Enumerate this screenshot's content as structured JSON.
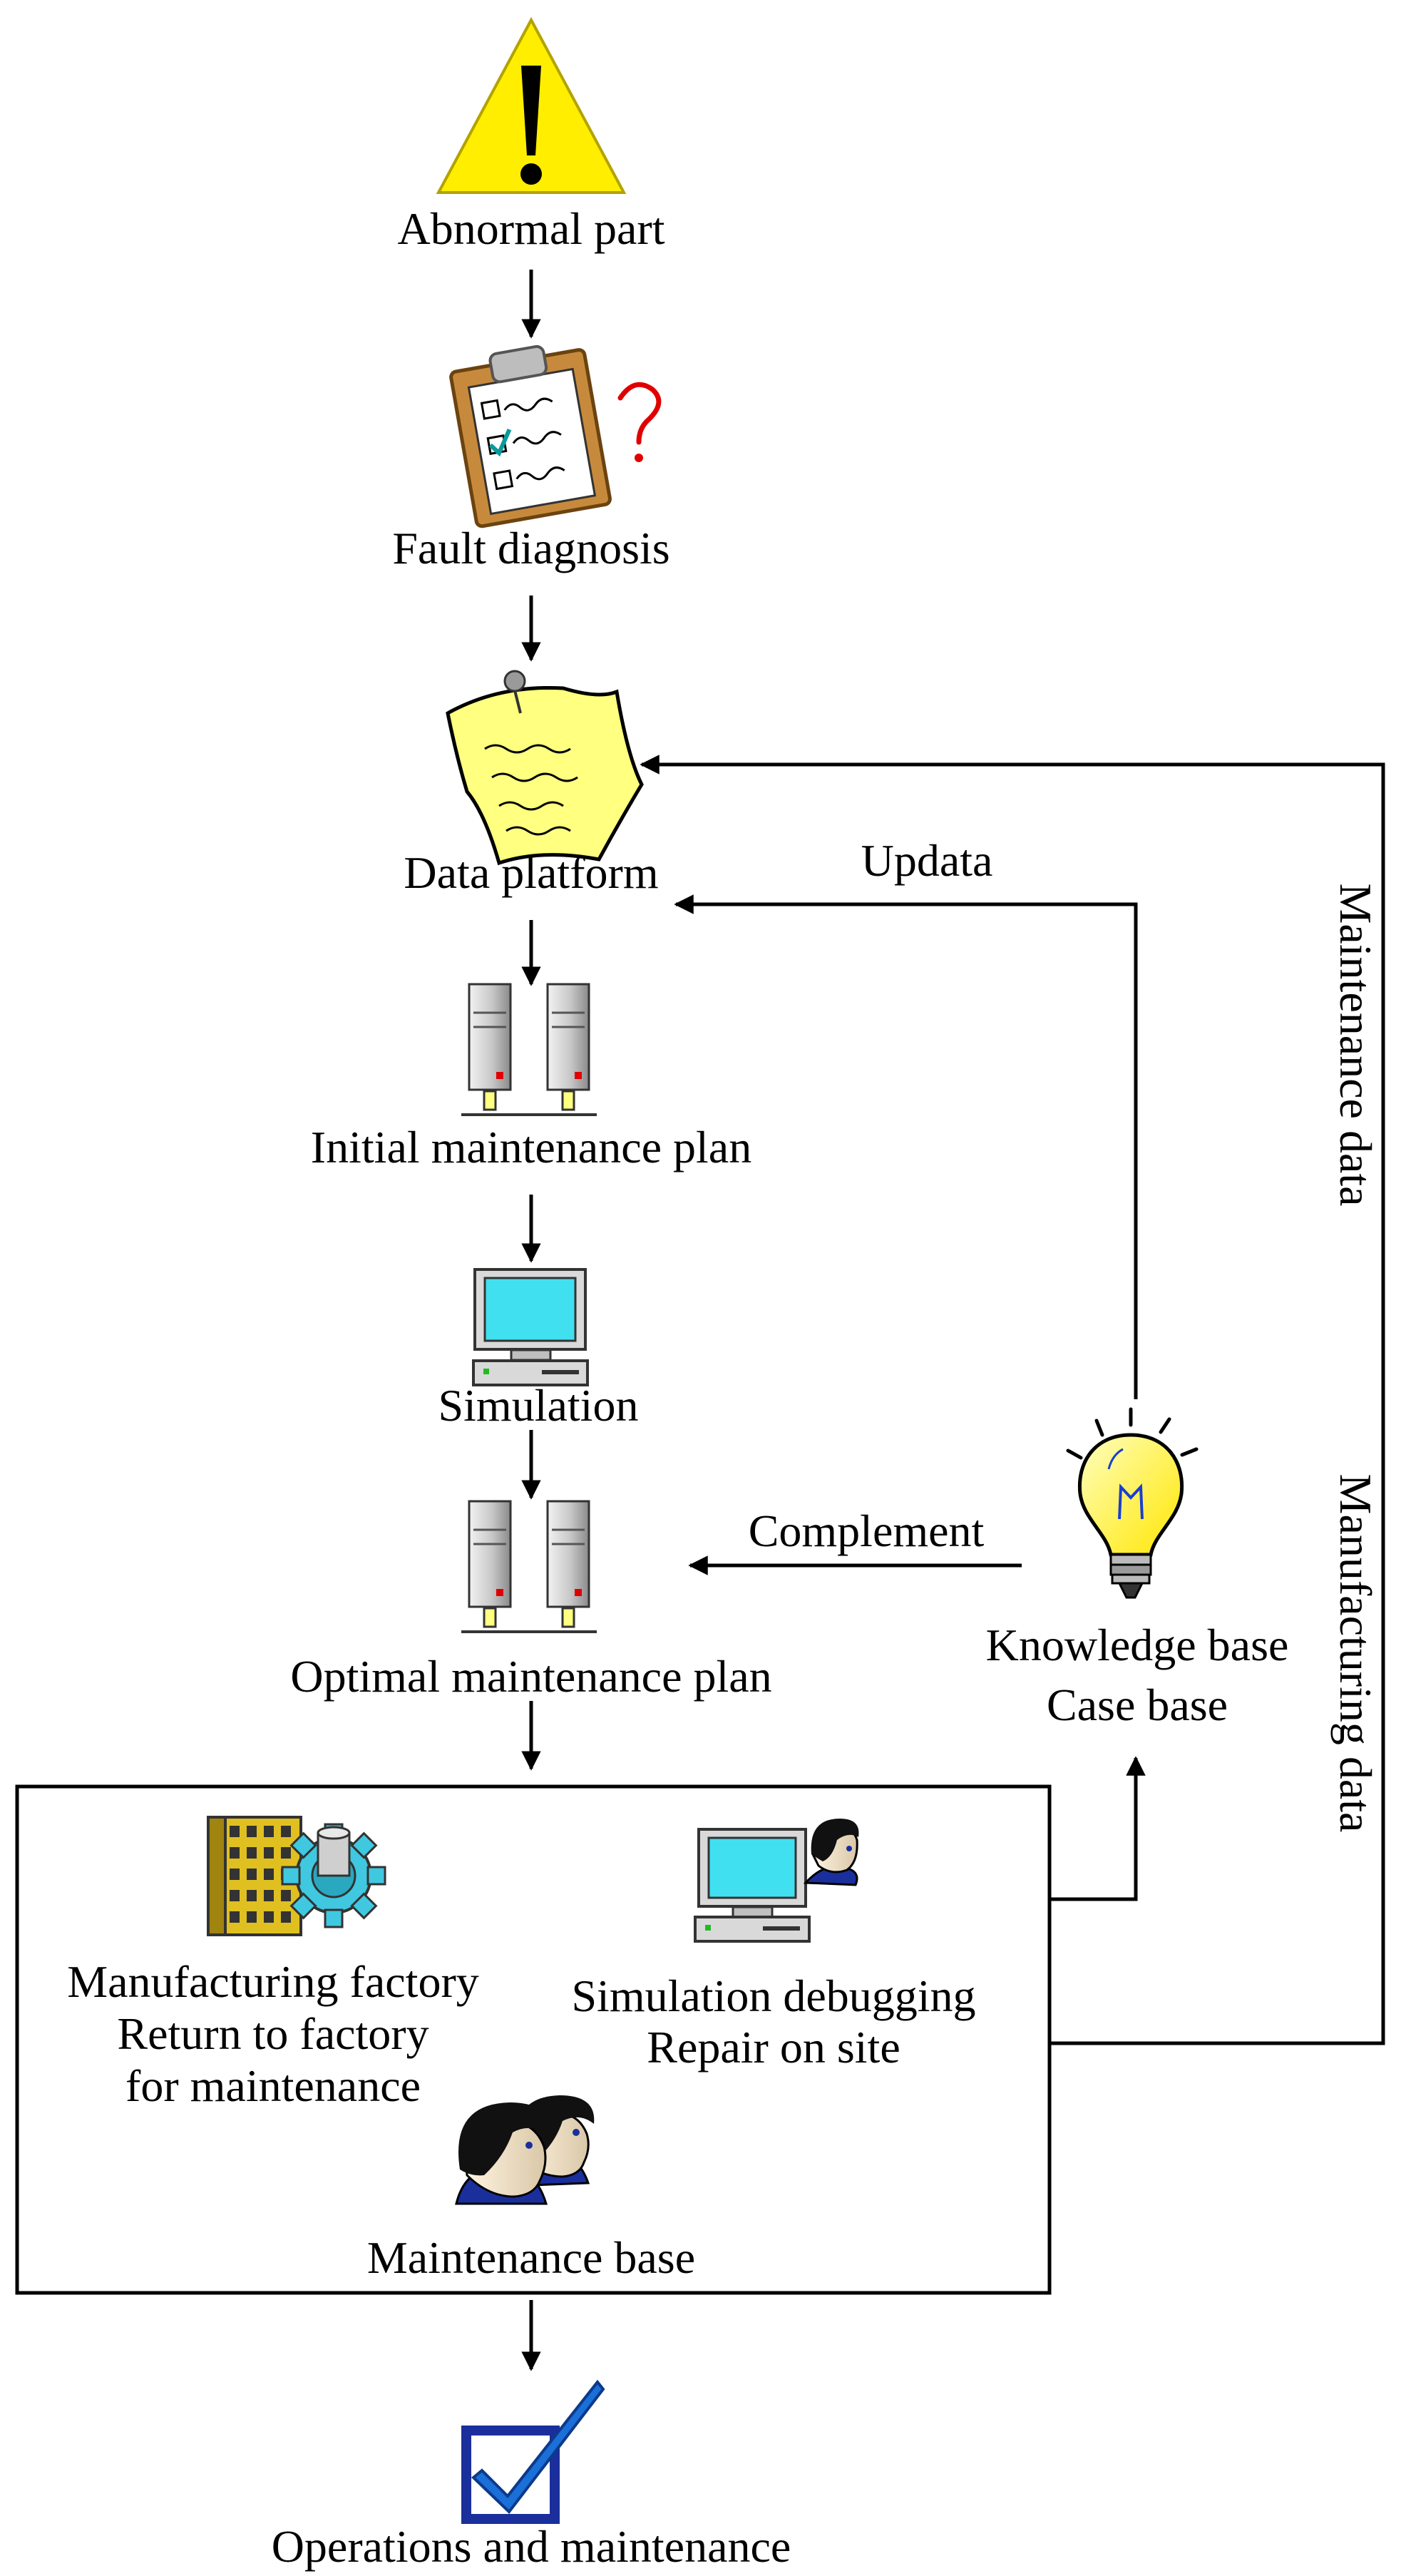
{
  "nodes": {
    "abnormal_part": "Abnormal part",
    "fault_diagnosis": "Fault diagnosis",
    "data_platform": "Data platform",
    "initial_plan": "Initial maintenance plan",
    "simulation": "Simulation",
    "optimal_plan": "Optimal maintenance plan",
    "knowledge_base": "Knowledge base",
    "case_base": "Case base",
    "manufacturing_factory": "Manufacturing factory",
    "return_to_factory": "Return to factory",
    "for_maintenance": "for maintenance",
    "simulation_debugging": "Simulation debugging",
    "repair_on_site": "Repair on site",
    "maintenance_base": "Maintenance base",
    "operations": "Operations and maintenance"
  },
  "edges": {
    "updata": "Updata",
    "complement": "Complement",
    "maintenance_data": "Maintenance data",
    "manufacturing_data": "Manufacturing data"
  },
  "icons": {
    "warning": "warning-icon",
    "clipboard": "clipboard-checklist-icon",
    "note": "note-icon",
    "server": "server-icon",
    "computer": "computer-icon",
    "lightbulb": "lightbulb-icon",
    "factory": "factory-gear-icon",
    "person": "person-icon",
    "checkbox": "checkbox-icon"
  },
  "colors": {
    "warning_yellow": "#FFEE00",
    "note_yellow": "#FFFF80",
    "screen_cyan": "#40E0F0",
    "checkbox_blue": "#1A2F9C",
    "red_question": "#E00000"
  }
}
